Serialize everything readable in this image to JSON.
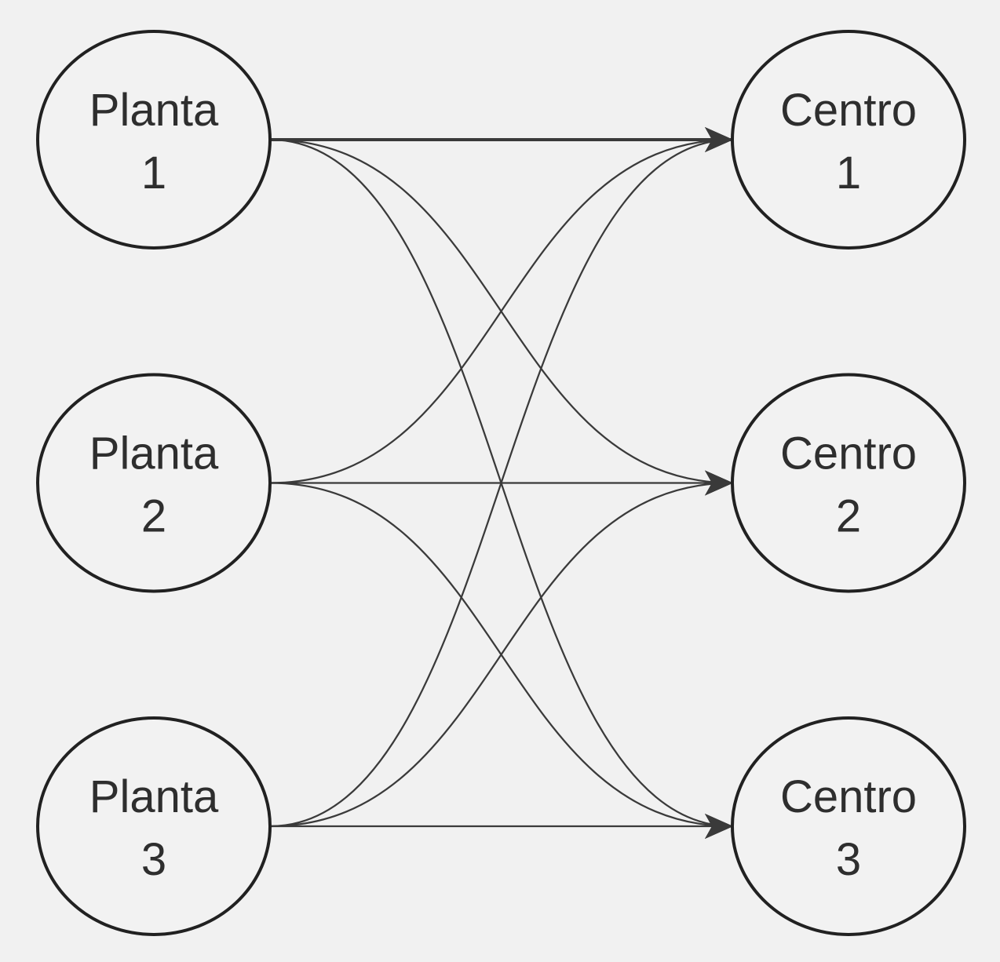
{
  "diagram": {
    "type": "flow-network",
    "background_color": "#f1f1f1",
    "node_fill": "#f2f2f2",
    "node_stroke": "#212121",
    "edge_color": "#3a3a3a",
    "text_color": "#2e2e2e",
    "nodes": [
      {
        "id": "planta-1",
        "label": "Planta",
        "sublabel": "1",
        "column": "left",
        "row": 0
      },
      {
        "id": "planta-2",
        "label": "Planta",
        "sublabel": "2",
        "column": "left",
        "row": 1
      },
      {
        "id": "planta-3",
        "label": "Planta",
        "sublabel": "3",
        "column": "left",
        "row": 2
      },
      {
        "id": "centro-1",
        "label": "Centro",
        "sublabel": "1",
        "column": "right",
        "row": 0
      },
      {
        "id": "centro-2",
        "label": "Centro",
        "sublabel": "2",
        "column": "right",
        "row": 1
      },
      {
        "id": "centro-3",
        "label": "Centro",
        "sublabel": "3",
        "column": "right",
        "row": 2
      }
    ],
    "edges": [
      {
        "from": "planta-1",
        "to": "centro-1",
        "style": "bold",
        "arrow": "arrowhead"
      },
      {
        "from": "planta-1",
        "to": "centro-2",
        "style": "normal",
        "arrow": "arrowhead"
      },
      {
        "from": "planta-1",
        "to": "centro-3",
        "style": "normal",
        "arrow": "arrowhead"
      },
      {
        "from": "planta-2",
        "to": "centro-1",
        "style": "normal",
        "arrow": "arrowhead"
      },
      {
        "from": "planta-2",
        "to": "centro-2",
        "style": "normal",
        "arrow": "arrowhead"
      },
      {
        "from": "planta-2",
        "to": "centro-3",
        "style": "normal",
        "arrow": "arrowhead"
      },
      {
        "from": "planta-3",
        "to": "centro-1",
        "style": "normal",
        "arrow": "arrowhead"
      },
      {
        "from": "planta-3",
        "to": "centro-2",
        "style": "normal",
        "arrow": "arrowhead"
      },
      {
        "from": "planta-3",
        "to": "centro-3",
        "style": "normal",
        "arrow": "arrowhead"
      }
    ]
  }
}
